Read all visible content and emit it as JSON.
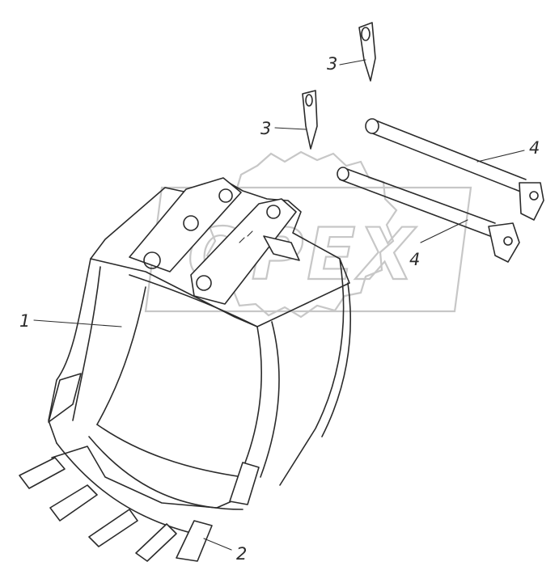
{
  "watermark": {
    "text": "OPEX"
  },
  "callouts": [
    {
      "id": "bucket",
      "label": "1"
    },
    {
      "id": "tooth",
      "label": "2"
    },
    {
      "id": "cotter-pin-upper",
      "label": "3"
    },
    {
      "id": "cotter-pin-lower",
      "label": "3"
    },
    {
      "id": "axle-upper",
      "label": "4"
    },
    {
      "id": "axle-lower",
      "label": "4"
    }
  ]
}
